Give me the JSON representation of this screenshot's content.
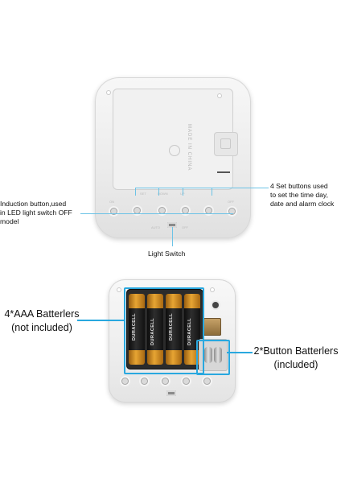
{
  "colors": {
    "callout_line": "#6cc3e6",
    "highlight_box": "#29a8df",
    "battery_gold": "#e7a533",
    "battery_black": "#111111"
  },
  "top_device": {
    "panel_text": "MADE IN CHINA",
    "button_labels": [
      "SET",
      "DOWN",
      "UP",
      ""
    ],
    "side_labels": [
      "ON",
      "OFF"
    ],
    "switch_labels": [
      "AUTO",
      "OFF"
    ]
  },
  "callouts": {
    "set_buttons": [
      "4 Set buttons used",
      "to set the time day,",
      "date and alarm clock"
    ],
    "induction": [
      "Induction button,used",
      "in LED light switch OFF",
      "model"
    ],
    "light_switch": "Light Switch"
  },
  "bottom_device": {
    "battery_brand": "DURACELL",
    "aaa_label": [
      "4*AAA Batterlers",
      "(not included)"
    ],
    "button_label": [
      "2*Button Batterlers",
      "(included)"
    ]
  }
}
